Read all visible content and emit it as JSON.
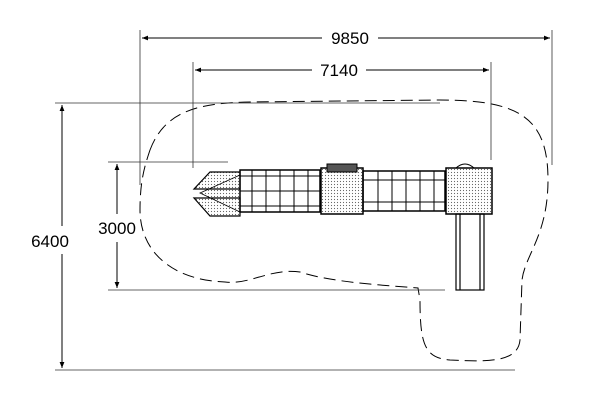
{
  "drawing": {
    "dimensions": {
      "overall_length": "9850",
      "equipment_length": "7140",
      "overall_width": "6400",
      "equipment_width": "3000"
    },
    "colors": {
      "line": "#000000",
      "fill_pattern": "#888888"
    }
  }
}
